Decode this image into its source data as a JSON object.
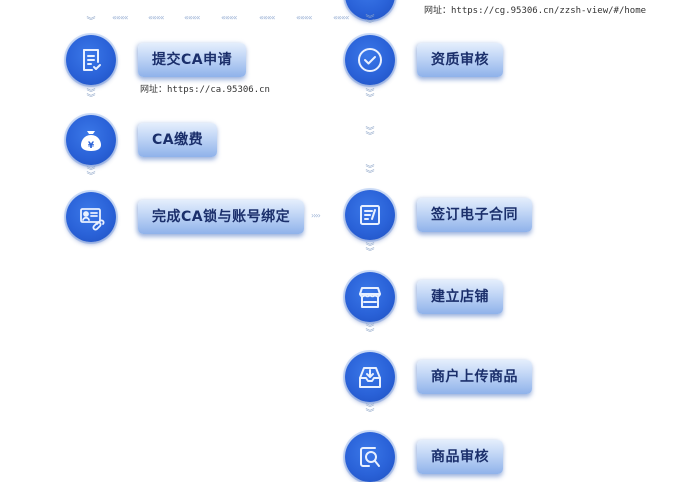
{
  "flow": {
    "left_steps": [
      {
        "id": "submit-ca",
        "label": "提交CA申请",
        "icon": "document-check-icon",
        "url": "网址：https://ca.95306.cn"
      },
      {
        "id": "ca-payment",
        "label": "CA缴费",
        "icon": "money-bag-yen-icon"
      },
      {
        "id": "bind-ca",
        "label": "完成CA锁与账号绑定",
        "icon": "id-card-link-icon"
      }
    ],
    "right_steps": [
      {
        "id": "top-partial",
        "label": "",
        "icon": "circle-partial",
        "url": "网址：https://cg.95306.cn/zzsh-view/#/home"
      },
      {
        "id": "qualification-review",
        "label": "资质审核",
        "icon": "check-circle-icon"
      },
      {
        "id": "sign-contract",
        "label": "签订电子合同",
        "icon": "contract-sign-icon"
      },
      {
        "id": "open-store",
        "label": "建立店铺",
        "icon": "storefront-icon"
      },
      {
        "id": "upload-goods",
        "label": "商户上传商品",
        "icon": "inbox-upload-icon"
      },
      {
        "id": "goods-review",
        "label": "商品审核",
        "icon": "search-review-icon"
      }
    ],
    "connectors": {
      "top_row": "««««",
      "horizontal": "››››",
      "vertical": "︾"
    },
    "colors": {
      "circle": "#2a62d8",
      "label_top": "#e4eefc",
      "label_bottom": "#8fb2ea",
      "label_text": "#1b2f6b",
      "chevron": "#8fa6c8"
    }
  }
}
